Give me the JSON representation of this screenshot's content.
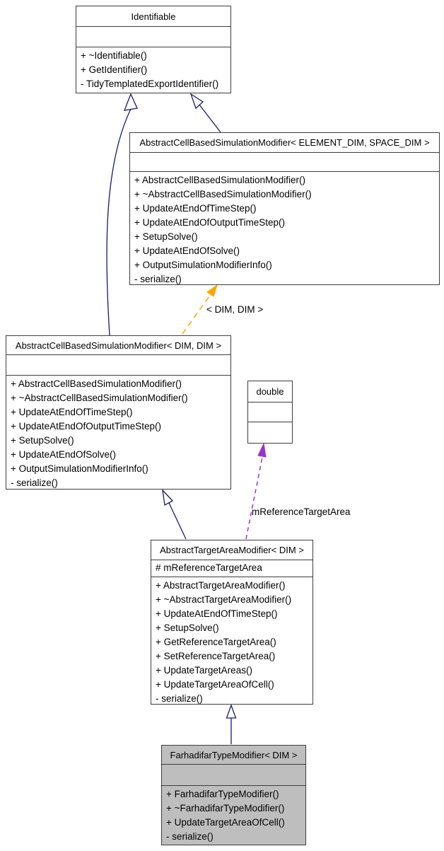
{
  "diagram": {
    "kind": "doxygen-class-inheritance-graph",
    "colors": {
      "inheritance_edge": "#191970",
      "template_instantiation_edge": "#ffa500",
      "usage_edge": "#9a32cd",
      "node_border": "#3d3d3d",
      "node_fill": "#ffffff",
      "current_node_fill": "#bebebe"
    },
    "edge_labels": {
      "template_instantiation": "< DIM, DIM >",
      "usage": "mReferenceTargetArea"
    }
  },
  "classes": {
    "identifiable": {
      "title": "Identifiable",
      "methods": [
        "+ ~Identifiable()",
        "+ GetIdentifier()",
        "- TidyTemplatedExportIdentifier()"
      ]
    },
    "acbsm_template": {
      "title": "AbstractCellBasedSimulationModifier< ELEMENT_DIM, SPACE_DIM >",
      "methods": [
        "+ AbstractCellBasedSimulationModifier()",
        "+ ~AbstractCellBasedSimulationModifier()",
        "+ UpdateAtEndOfTimeStep()",
        "+ UpdateAtEndOfOutputTimeStep()",
        "+ SetupSolve()",
        "+ UpdateAtEndOfSolve()",
        "+ OutputSimulationModifierInfo()",
        "- serialize()"
      ]
    },
    "acbsm_dim": {
      "title": "AbstractCellBasedSimulationModifier< DIM, DIM >",
      "methods": [
        "+ AbstractCellBasedSimulationModifier()",
        "+ ~AbstractCellBasedSimulationModifier()",
        "+ UpdateAtEndOfTimeStep()",
        "+ UpdateAtEndOfOutputTimeStep()",
        "+ SetupSolve()",
        "+ UpdateAtEndOfSolve()",
        "+ OutputSimulationModifierInfo()",
        "- serialize()"
      ]
    },
    "double_type": {
      "title": "double"
    },
    "target_area": {
      "title": "AbstractTargetAreaModifier< DIM >",
      "attributes": [
        "# mReferenceTargetArea"
      ],
      "methods": [
        "+ AbstractTargetAreaModifier()",
        "+ ~AbstractTargetAreaModifier()",
        "+ UpdateAtEndOfTimeStep()",
        "+ SetupSolve()",
        "+ GetReferenceTargetArea()",
        "+ SetReferenceTargetArea()",
        "+ UpdateTargetAreas()",
        "+ UpdateTargetAreaOfCell()",
        "- serialize()"
      ]
    },
    "farhadifar": {
      "title": "FarhadifarTypeModifier< DIM >",
      "methods": [
        "+ FarhadifarTypeModifier()",
        "+ ~FarhadifarTypeModifier()",
        "+ UpdateTargetAreaOfCell()",
        "- serialize()"
      ]
    }
  }
}
